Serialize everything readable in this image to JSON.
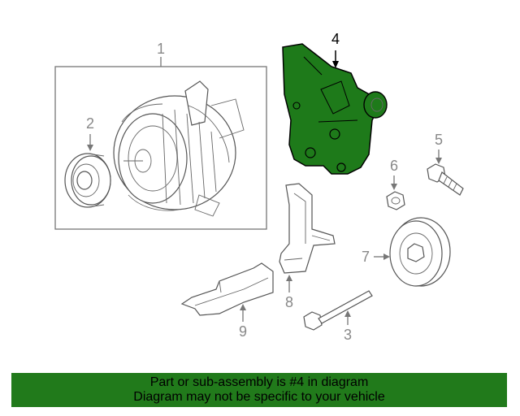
{
  "callouts": {
    "c1": "1",
    "c2": "2",
    "c3": "3",
    "c4": "4",
    "c5": "5",
    "c6": "6",
    "c7": "7",
    "c8": "8",
    "c9": "9"
  },
  "highlighted_part": "4",
  "colors": {
    "highlight_fill": "#1e7a1a",
    "banner_background": "#217a1b"
  },
  "banner": {
    "line1": "Part or sub-assembly is #4 in diagram",
    "line2": "Diagram may not be specific to your vehicle"
  }
}
